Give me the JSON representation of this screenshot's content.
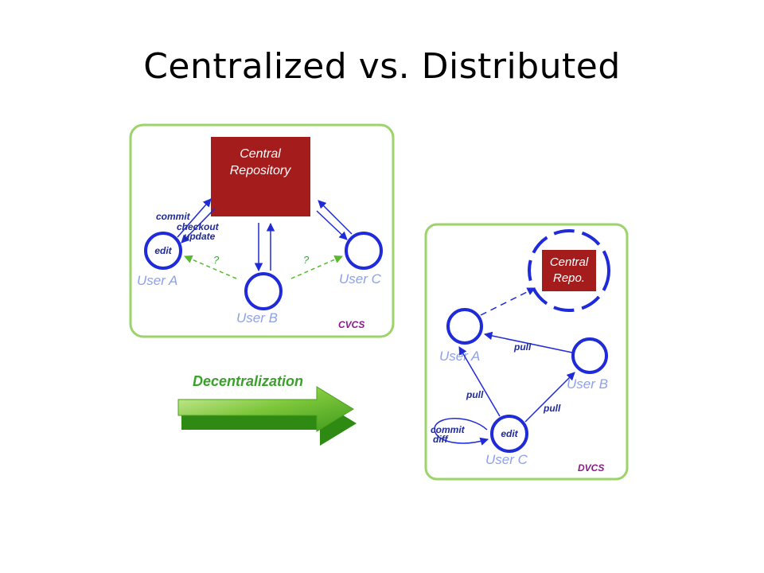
{
  "title": "Centralized vs. Distributed",
  "cvcs": {
    "repo_line1": "Central",
    "repo_line2": "Repository",
    "user_a": "User A",
    "user_b": "User B",
    "user_c": "User C",
    "edit": "edit",
    "commit": "commit",
    "checkout": "checkout",
    "update": "update",
    "q1": "?",
    "q2": "?",
    "label": "CVCS"
  },
  "arrow_label": "Decentralization",
  "dvcs": {
    "repo_line1": "Central",
    "repo_line2": "Repo.",
    "user_a": "User A",
    "user_b": "User B",
    "user_c": "User C",
    "edit": "edit",
    "pull_1": "pull",
    "pull_2": "pull",
    "pull_3": "pull",
    "commit": "commit",
    "diff": "diff",
    "label": "DVCS"
  },
  "colors": {
    "panel_border": "#9cd36a",
    "repo_fill": "#a41c1c",
    "node_stroke": "#1f2bd8",
    "arrow_green": "#58b82e"
  }
}
